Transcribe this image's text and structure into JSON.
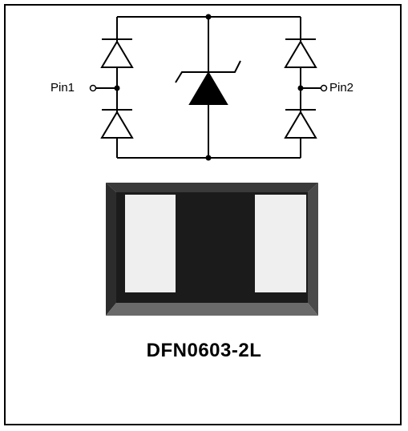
{
  "schematic": {
    "pin1_label": "Pin1",
    "pin2_label": "Pin2"
  },
  "package": {
    "name": "DFN0603-2L"
  },
  "colors": {
    "line": "#000000",
    "package_body": "#1b1b1b",
    "package_edge": "#5f5f5f",
    "pad": "#efefef"
  }
}
